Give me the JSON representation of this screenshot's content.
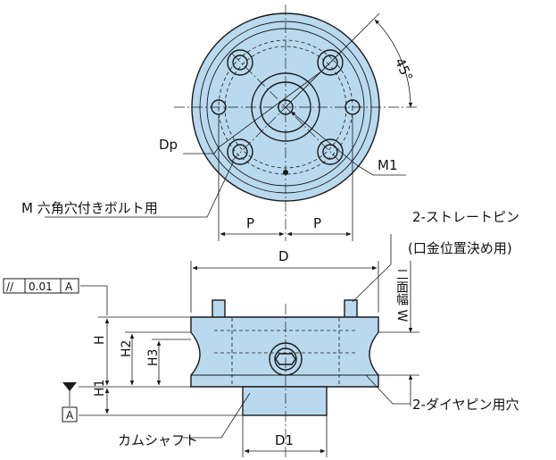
{
  "labels": {
    "angle": "45°",
    "dp": "Dp",
    "m1": "M1",
    "m_bolt": "M 六角穴付きボルト用",
    "p_left": "P",
    "p_right": "P",
    "straight_pin": "2-ストレートピン",
    "straight_pin_sub": "(口金位置決め用)",
    "d": "D",
    "w": "二面幅 W",
    "h": "H",
    "h1": "H1",
    "h2": "H2",
    "h3": "H3",
    "diamond_pin": "2-ダイヤピン用穴",
    "camshaft": "カムシャフト",
    "d1": "D1"
  },
  "tolerance": {
    "symbol": "//",
    "value": "0.01",
    "datum": "A"
  },
  "datum_label": "A",
  "colors": {
    "part_fill": "#b9d9ef",
    "line": "#1a1a1a"
  }
}
